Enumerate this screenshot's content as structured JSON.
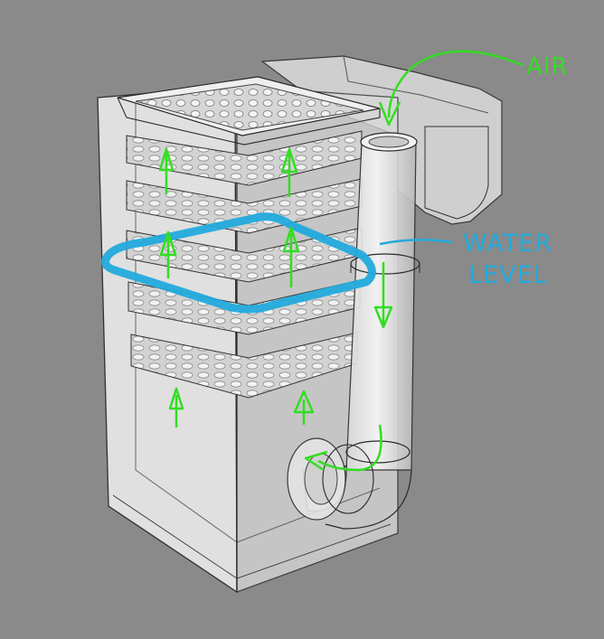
{
  "labels": {
    "air": "AIR",
    "water_line1": "WATER",
    "water_line2": "LEVEL"
  },
  "colors": {
    "background": "#8a8a8a",
    "body_fill": "#e6e6e6",
    "edge": "#2a2a2a",
    "air_annotation": "#33dd22",
    "flow_arrows": "#33dd22",
    "water_annotation": "#22aadd"
  }
}
